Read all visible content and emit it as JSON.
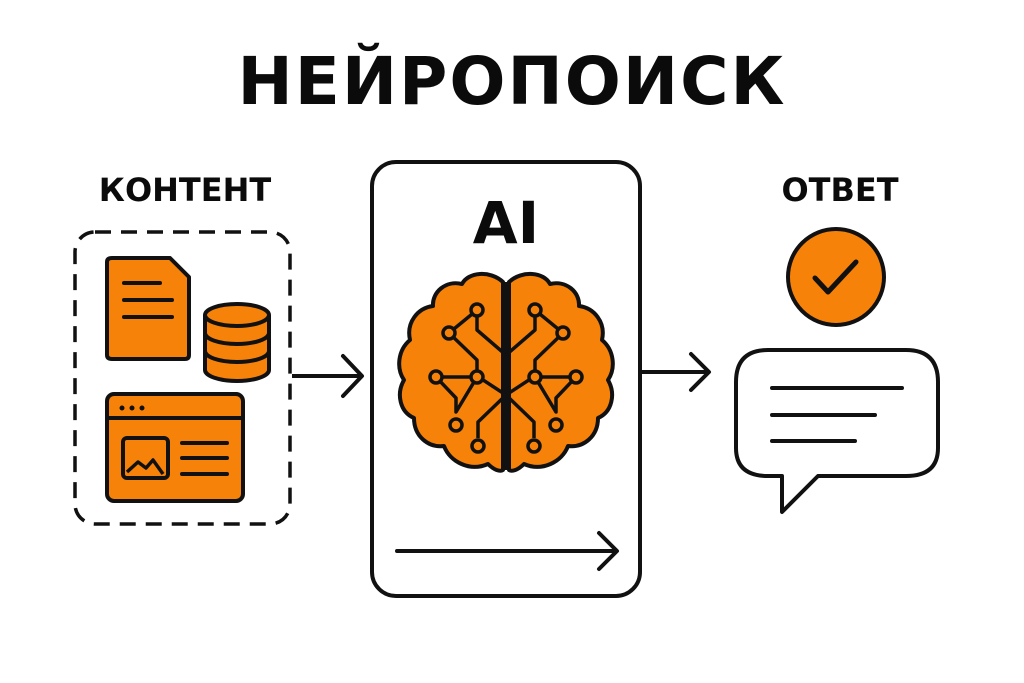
{
  "title": "НЕЙРОПОИСК",
  "colors": {
    "accent": "#F7820A",
    "stroke": "#111111",
    "background": "#FFFFFF"
  },
  "diagram": {
    "nodes": [
      {
        "id": "content",
        "label": "КОНТЕНТ",
        "icons": [
          "document-icon",
          "database-icon",
          "web-page-icon"
        ],
        "border": "dashed"
      },
      {
        "id": "ai",
        "label": "AI",
        "icons": [
          "brain-circuit-icon",
          "arrow-right-icon"
        ],
        "border": "solid"
      },
      {
        "id": "answer",
        "label": "ОТВЕТ",
        "icons": [
          "checkmark-circle-icon",
          "speech-bubble-icon"
        ],
        "border": "none"
      }
    ],
    "edges": [
      {
        "from": "content",
        "to": "ai"
      },
      {
        "from": "ai",
        "to": "answer"
      }
    ]
  }
}
